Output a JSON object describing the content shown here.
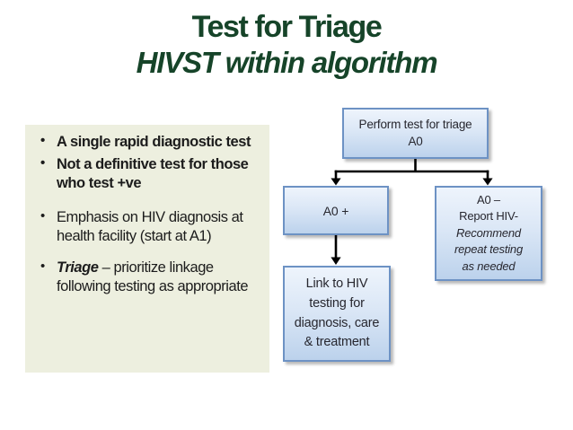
{
  "slide": {
    "title": "Test for Triage",
    "subtitle": "HIVST within algorithm"
  },
  "key_points": {
    "bullets": [
      {
        "text": "A single rapid diagnostic test",
        "style": "bold"
      },
      {
        "text": "Not a definitive test for those who test +ve",
        "style": "bold"
      },
      {
        "text": "Emphasis on HIV diagnosis at health facility (start at A1)",
        "style": "regular"
      },
      {
        "lead": "Triage",
        "rest": " – prioritize linkage following testing as appropriate",
        "style": "mixed"
      }
    ]
  },
  "flowchart": {
    "perform_box": {
      "line1": "Perform test for triage",
      "line2": "A0"
    },
    "positive_box": {
      "label": "A0 +"
    },
    "negative_box": {
      "line1": "A0 –",
      "line2": "Report HIV-",
      "line3": "Recommend",
      "line4": "repeat testing",
      "line5": "as needed"
    },
    "link_box": {
      "line1": "Link to HIV",
      "line2": "testing for",
      "line3": "diagnosis, care",
      "line4": "& treatment"
    }
  },
  "colors": {
    "title_green": "#164429",
    "panel_background": "#edefdf",
    "box_border": "#6d92c4",
    "box_fill_top": "#eef4fc",
    "box_fill_bottom": "#bcd2ec",
    "connector": "#000000",
    "body_text": "#1c1c1c"
  }
}
